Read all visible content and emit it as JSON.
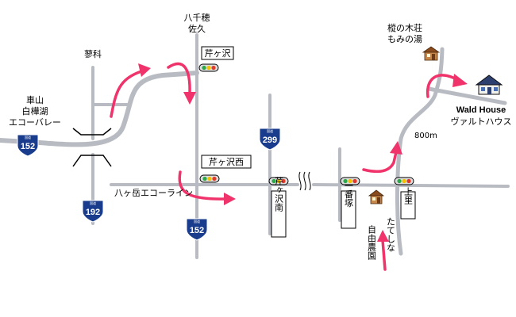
{
  "places": {
    "tateshina_upper": "蓼科",
    "yatsugatake_1": "八千穂",
    "yatsugatake_2": "佐久",
    "kurumayama_1": "車山",
    "kurumayama_2": "白樺湖",
    "kurumayama_3": "エコーバレー",
    "momi_1": "樅の木荘",
    "momi_2": "もみの湯",
    "wald_en": "Wald House",
    "wald_jp": "ヴァルトハウス",
    "distance": "800m",
    "echo_line": "八ヶ岳エコーライン",
    "farm_1": "たてしな",
    "farm_2": "自由農園"
  },
  "intersections": {
    "serigasawa": "芹ヶ沢",
    "serigasawa_nishi": "芹ヶ沢西",
    "serigasawa_minami": "芹ヶ沢南",
    "ichibanzuka": "一番塚",
    "kamisato": "上里"
  },
  "routes": {
    "r152_west": "152",
    "r192": "192",
    "r152_south": "152",
    "r299": "299",
    "shield_small": "国道"
  },
  "colors": {
    "road": "#b8bcc2",
    "route_arrow": "#f0336a",
    "shield": "#1a3c8c"
  }
}
